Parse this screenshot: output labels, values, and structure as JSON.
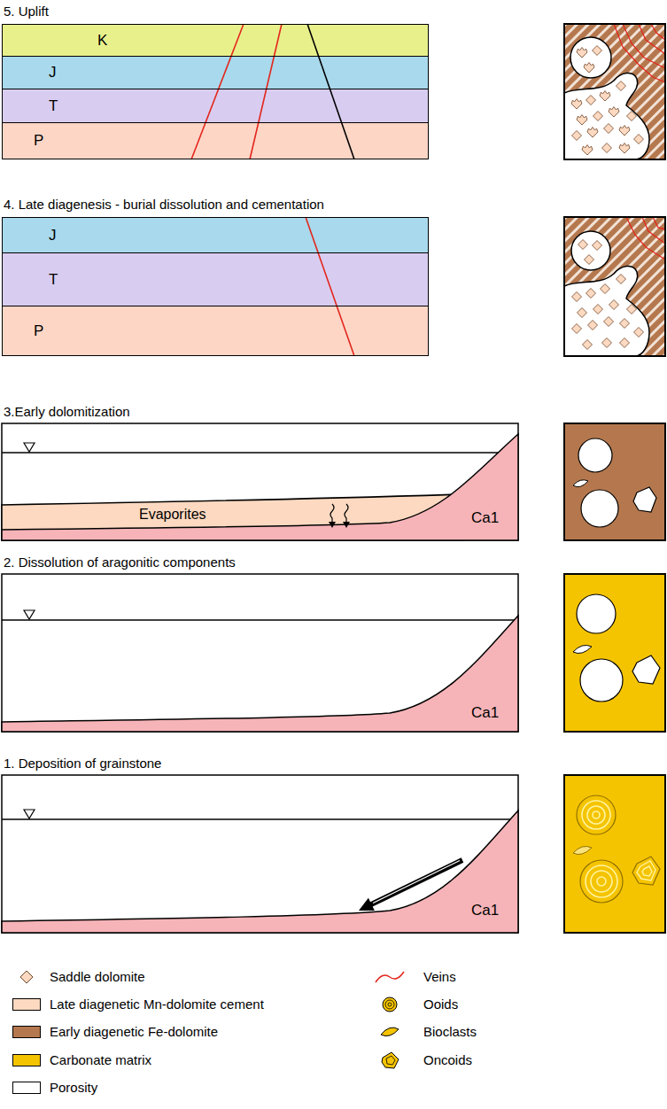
{
  "diagram": {
    "nodes": [
      {
        "text": [
          "K"
        ]
      },
      {
        "text": [
          "J"
        ]
      },
      {
        "text": [
          "T"
        ]
      },
      {
        "text": [
          "P"
        ]
      },
      {
        "text": [
          "J"
        ]
      },
      {
        "text": [
          "T"
        ]
      },
      {
        "text": [
          "P"
        ]
      }
    ],
    "labels": [
      "5. Uplift",
      "4. Late diagenesis - burial dissolution and cementation",
      "3.Early dolomitization",
      "Evaporites",
      "Ca1",
      "2. Dissolution of aragonitic components",
      "Ca1",
      "1. Deposition of grainstone",
      "Ca1"
    ],
    "legend": [
      {
        "text": "Saddle dolomite"
      },
      {
        "text": "Late diagenetic Mn-dolomite cement",
        "color": "#fcd9c0"
      },
      {
        "text": "Early diagenetic Fe-dolomite",
        "color": "#b5784e"
      },
      {
        "text": "Carbonate matrix",
        "color": "#f5c400"
      },
      {
        "text": "Porosity",
        "color": "#ffffff"
      },
      {
        "text": "Veins"
      },
      {
        "text": "Ooids"
      },
      {
        "text": "Bioclasts"
      },
      {
        "text": "Oncoids"
      }
    ]
  }
}
